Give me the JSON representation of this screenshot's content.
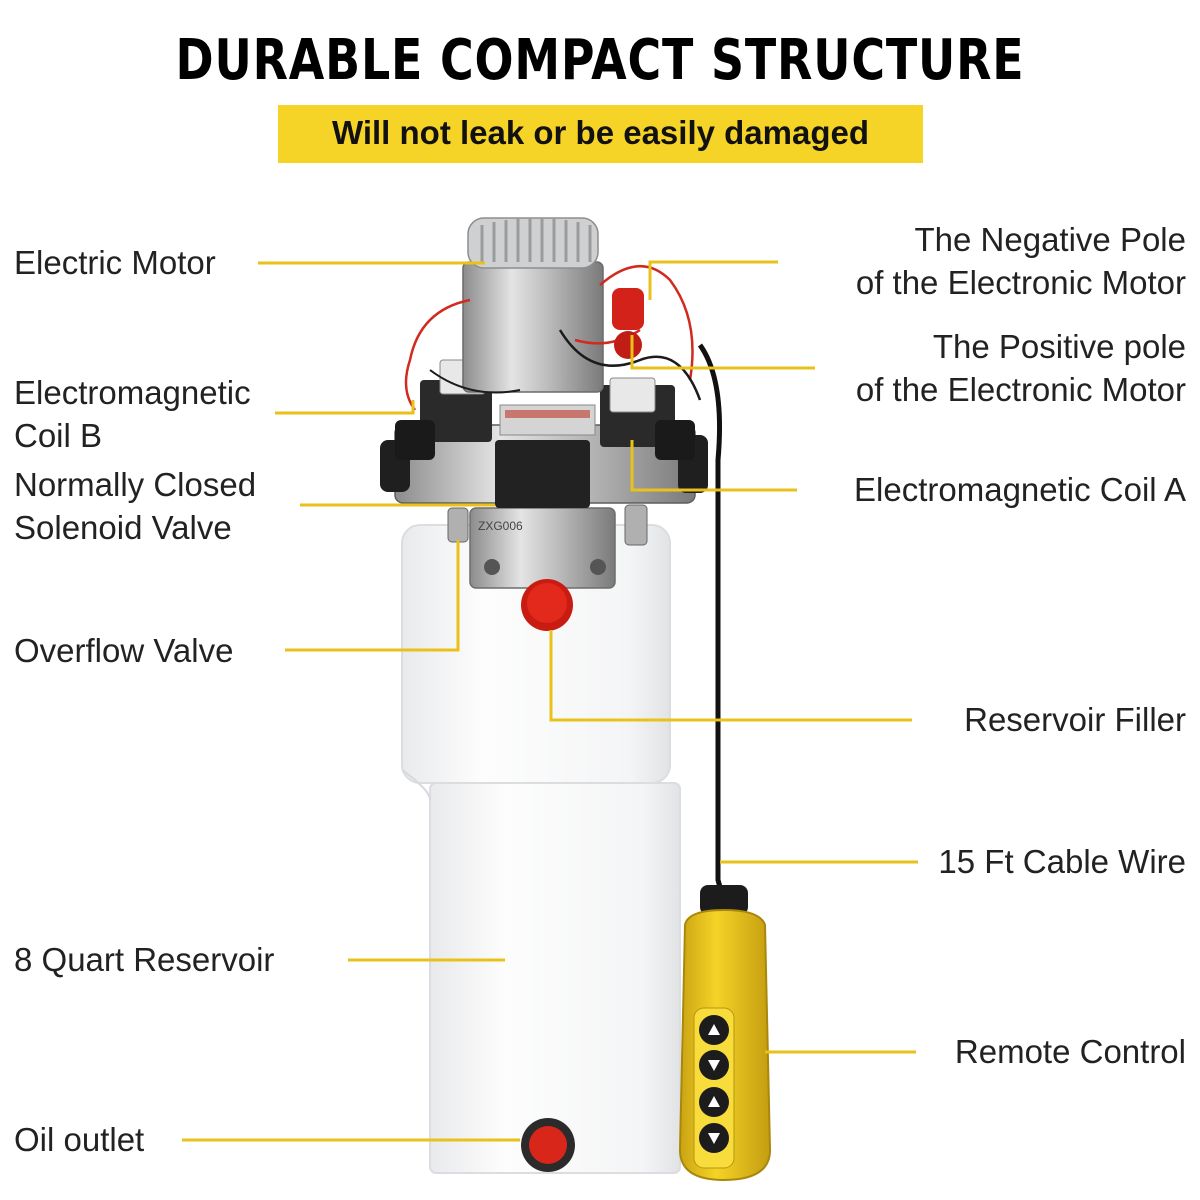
{
  "title": "DURABLE COMPACT STRUCTURE",
  "subtitle": "Will not leak or be easily damaged",
  "colors": {
    "accent": "#f5d327",
    "leader": "#e8c21a",
    "knob": "#e0241b",
    "pendant": "#f0cd1e"
  },
  "labels": {
    "electric_motor": "Electric Motor",
    "coil_b_l1": "Electromagnetic",
    "coil_b_l2": "Coil B",
    "valve_l1": "Normally Closed",
    "valve_l2": "Solenoid Valve",
    "overflow": "Overflow Valve",
    "reservoir": "8 Quart Reservoir",
    "oil_outlet": "Oil outlet",
    "neg_l1": "The Negative Pole",
    "neg_l2": "of the Electronic Motor",
    "pos_l1": "The Positive pole",
    "pos_l2": "of the Electronic Motor",
    "coil_a": "Electromagnetic Coil A",
    "filler": "Reservoir Filler",
    "cable": "15 Ft Cable Wire",
    "remote": "Remote Control"
  },
  "product": {
    "valve_marking": "ZXG006"
  }
}
